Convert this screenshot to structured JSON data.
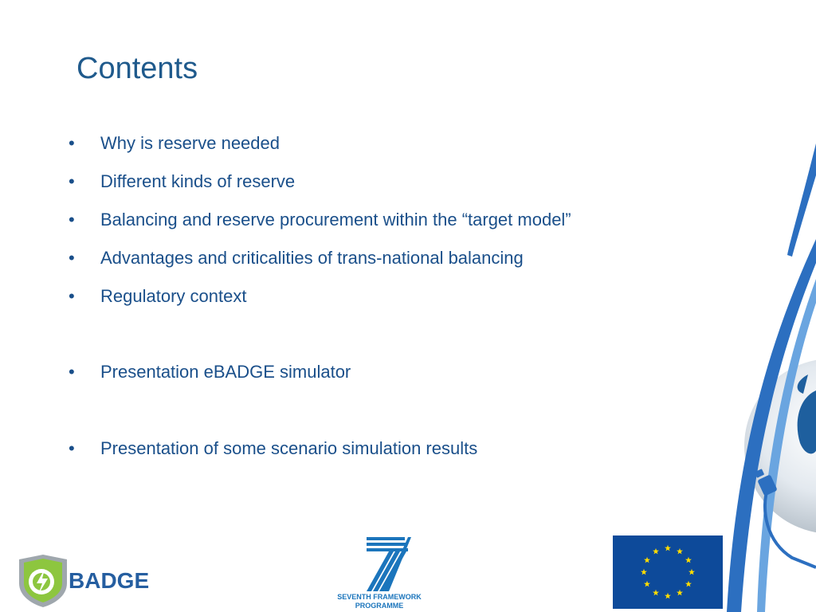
{
  "slide": {
    "title": "Contents",
    "bullet_glyph": "•",
    "bullets": [
      "Why is reserve needed",
      "Different kinds of reserve",
      "Balancing and reserve procurement within the “target model”",
      "Advantages and criticalities of trans-national balancing",
      "Regulatory context",
      "Presentation eBADGE simulator",
      "Presentation of some scenario simulation results"
    ]
  },
  "logos": {
    "ebadge": {
      "wordmark": "BADGE",
      "icon": "ebadge-shield-icon"
    },
    "fp7": {
      "line1": "SEVENTH FRAMEWORK",
      "line2": "PROGRAMME",
      "icon": "fp7-seven-icon"
    },
    "eu": {
      "icon": "eu-flag-icon"
    },
    "decoration": {
      "icon": "globe-cable-icon"
    }
  },
  "colors": {
    "title": "#1f5a8c",
    "bullet_text": "#1a4f8a",
    "ebadge_word": "#255ea0",
    "ebadge_green": "#8dc63f",
    "fp7_blue": "#1b75bc",
    "eu_blue": "#0d4a9a",
    "eu_star": "#ffdd00",
    "swoosh_blue": "#2c6fc0"
  }
}
